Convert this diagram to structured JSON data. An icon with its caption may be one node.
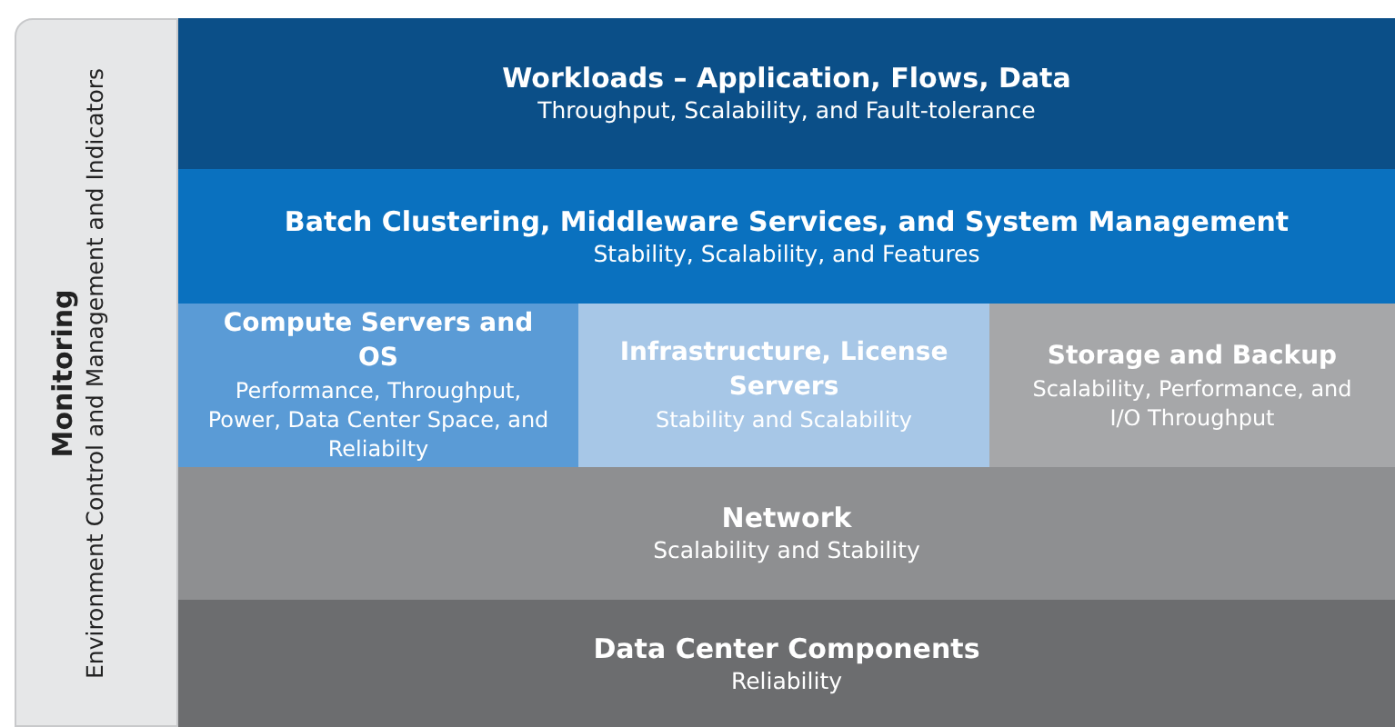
{
  "diagram": {
    "nodes": [
      {
        "text": [
          "Monitoring",
          "Environment Control and Management and Indicators"
        ]
      },
      {
        "text": [
          "Workloads – Application, Flows, Data",
          "Throughput, Scalability, and Fault-tolerance"
        ]
      },
      {
        "text": [
          "Batch Clustering, Middleware Services, and System Management",
          "Stability, Scalability, and Features"
        ]
      },
      {
        "text": [
          "Compute Servers and OS",
          "Performance, Throughput, Power, Data Center Space, and Reliabilty"
        ]
      },
      {
        "text": [
          "Infrastructure, License Servers",
          "Stability and Scalability"
        ]
      },
      {
        "text": [
          "Storage and Backup",
          "Scalability, Performance, and I/O Throughput"
        ]
      },
      {
        "text": [
          "Network",
          "Scalability and Stability"
        ]
      },
      {
        "text": [
          "Data Center Components",
          "Reliability"
        ]
      }
    ],
    "edges": []
  }
}
